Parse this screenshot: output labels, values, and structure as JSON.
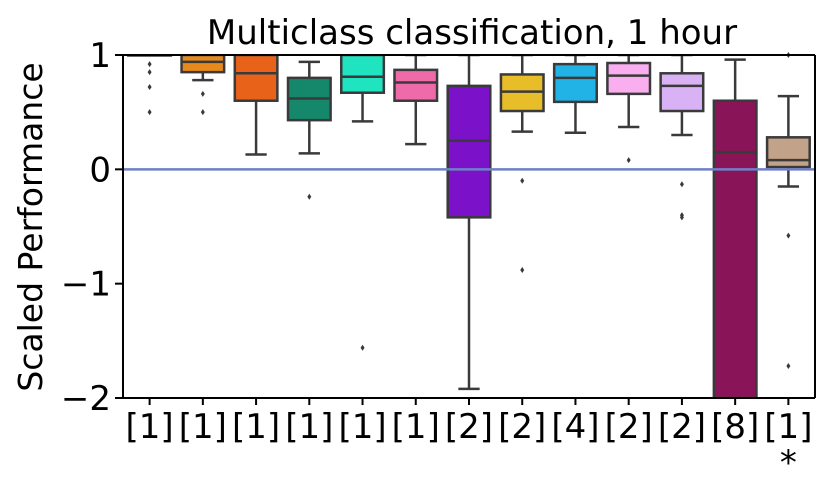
{
  "chart_data": {
    "type": "box",
    "title": "Multiclass classification, 1 hour",
    "ylabel": "Scaled Performance",
    "xlabel": "",
    "ylim": [
      -2,
      1
    ],
    "yticks": [
      {
        "value": 1,
        "label": "1"
      },
      {
        "value": 0,
        "label": "0"
      },
      {
        "value": -1,
        "label": "−1"
      },
      {
        "value": -2,
        "label": "−2"
      }
    ],
    "reference_line": {
      "value": 0,
      "color": "#6f7fc9"
    },
    "grid": false,
    "categories": [
      "[1]",
      "[1]",
      "[1]",
      "[1]",
      "[1]",
      "[1]",
      "[2]",
      "[2]",
      "[4]",
      "[2]",
      "[2]",
      "[8]",
      "[1]"
    ],
    "category_annotation": {
      "index": 12,
      "text": "*"
    },
    "boxes": [
      {
        "category": "[1]",
        "color": "#1f4fa8",
        "whisker_low": 1.0,
        "q1": 1.0,
        "median": 1.0,
        "q3": 1.0,
        "whisker_high": 1.0,
        "outliers": [
          0.92,
          0.85,
          0.72,
          0.5
        ]
      },
      {
        "category": "[1]",
        "color": "#e8891c",
        "whisker_low": 0.78,
        "q1": 0.85,
        "median": 0.94,
        "q3": 1.0,
        "whisker_high": 1.0,
        "outliers": [
          0.66,
          0.5
        ]
      },
      {
        "category": "[1]",
        "color": "#e8621a",
        "whisker_low": 0.13,
        "q1": 0.6,
        "median": 0.84,
        "q3": 1.0,
        "whisker_high": 1.0,
        "outliers": []
      },
      {
        "category": "[1]",
        "color": "#15876b",
        "whisker_low": 0.14,
        "q1": 0.43,
        "median": 0.62,
        "q3": 0.8,
        "whisker_high": 0.94,
        "outliers": [
          -0.24
        ]
      },
      {
        "category": "[1]",
        "color": "#20e3c0",
        "whisker_low": 0.42,
        "q1": 0.67,
        "median": 0.81,
        "q3": 1.0,
        "whisker_high": 1.0,
        "outliers": [
          -1.56
        ]
      },
      {
        "category": "[1]",
        "color": "#ee6aa8",
        "whisker_low": 0.22,
        "q1": 0.6,
        "median": 0.76,
        "q3": 0.87,
        "whisker_high": 1.0,
        "outliers": []
      },
      {
        "category": "[2]",
        "color": "#7b12c9",
        "whisker_low": -1.92,
        "q1": -0.42,
        "median": 0.25,
        "q3": 0.73,
        "whisker_high": 1.0,
        "outliers": []
      },
      {
        "category": "[2]",
        "color": "#e8bd2a",
        "whisker_low": 0.33,
        "q1": 0.51,
        "median": 0.68,
        "q3": 0.83,
        "whisker_high": 1.0,
        "outliers": [
          -0.1,
          -0.88
        ]
      },
      {
        "category": "[4]",
        "color": "#22b3e6",
        "whisker_low": 0.32,
        "q1": 0.59,
        "median": 0.8,
        "q3": 0.92,
        "whisker_high": 1.0,
        "outliers": []
      },
      {
        "category": "[2]",
        "color": "#f9aef0",
        "whisker_low": 0.37,
        "q1": 0.66,
        "median": 0.82,
        "q3": 0.93,
        "whisker_high": 1.0,
        "outliers": [
          0.08
        ]
      },
      {
        "category": "[2]",
        "color": "#d9b2f5",
        "whisker_low": 0.3,
        "q1": 0.51,
        "median": 0.73,
        "q3": 0.84,
        "whisker_high": 1.0,
        "outliers": [
          -0.13,
          -0.4,
          -0.42
        ]
      },
      {
        "category": "[8]",
        "color": "#8a1458",
        "whisker_low": -2.0,
        "q1": -2.0,
        "median": 0.15,
        "q3": 0.6,
        "whisker_high": 0.96,
        "outliers": []
      },
      {
        "category": "[1]",
        "color": "#c2a288",
        "whisker_low": -0.15,
        "q1": 0.02,
        "median": 0.08,
        "q3": 0.28,
        "whisker_high": 0.64,
        "outliers": [
          1.0,
          -0.58,
          -1.72
        ]
      }
    ]
  }
}
